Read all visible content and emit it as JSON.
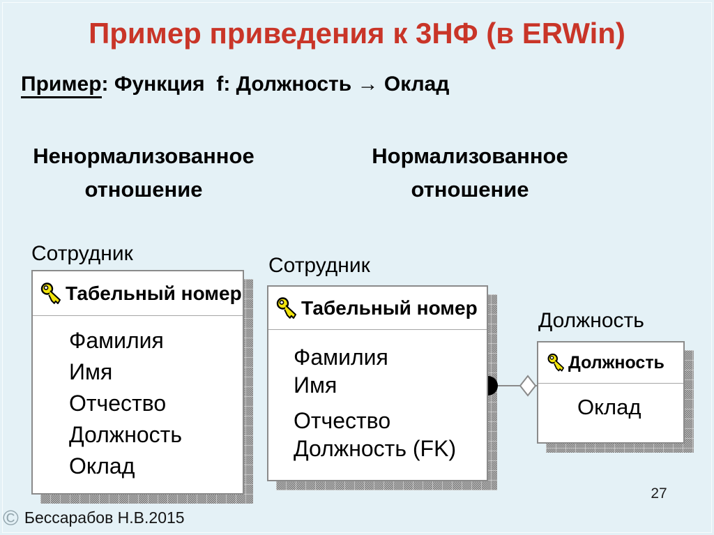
{
  "slide": {
    "title": "Пример приведения к 3НФ (в ERWin)",
    "title_color": "#C93528",
    "background_color": "#E4F1F6",
    "subtitle": {
      "lead": "Пример",
      "rest": ": Функция  f: Должность → Оклад"
    },
    "page_number": "27",
    "copyright_symbol": "©",
    "copyright_text": "Бессарабов Н.В.2015"
  },
  "headers": {
    "unnormalized": {
      "line1": "Ненормализованное",
      "line2": "отношение"
    },
    "normalized": {
      "line1": "Нормализованное",
      "line2": "отношение"
    }
  },
  "diagram": {
    "entities": {
      "unnormalized_employee": {
        "label": "Сотрудник",
        "key_attribute": "Табельный номер",
        "attributes": [
          "Фамилия",
          "Имя",
          "Отчество",
          "Должность",
          "Оклад"
        ]
      },
      "normalized_employee": {
        "label": "Сотрудник",
        "key_attribute": "Табельный номер",
        "attributes": [
          "Фамилия",
          "Имя",
          "Отчество",
          "Должность (FK)"
        ]
      },
      "normalized_position": {
        "label": "Должность",
        "key_attribute": "Должность",
        "attributes": [
          "Оклад"
        ]
      }
    },
    "relationship": "one-to-many",
    "key_icon_color": "#F2E40C",
    "box_border_color": "#8A8A8A",
    "shadow_color": "#9A9A9A"
  }
}
